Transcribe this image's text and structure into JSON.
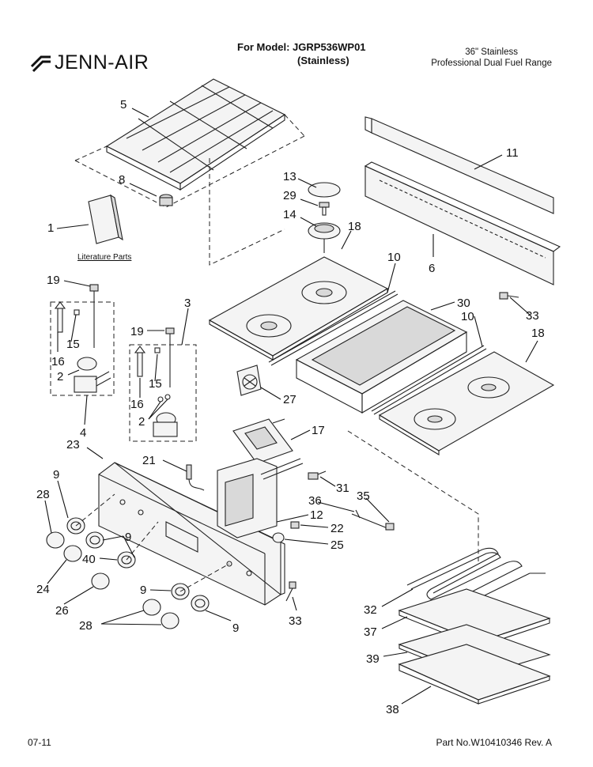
{
  "header": {
    "brand": "JENN-AIR",
    "model_line1": "For Model: JGRP536WP01",
    "model_line2": "(Stainless)",
    "desc_line1": "36\" Stainless",
    "desc_line2": "Professional Dual Fuel Range"
  },
  "footer": {
    "date": "07-11",
    "part_number": "Part No.W10410346 Rev. A"
  },
  "literature_label": "Literature Parts",
  "callouts": [
    {
      "id": "c5",
      "text": "5"
    },
    {
      "id": "c8",
      "text": "8"
    },
    {
      "id": "c1",
      "text": "1"
    },
    {
      "id": "c13",
      "text": "13"
    },
    {
      "id": "c29",
      "text": "29"
    },
    {
      "id": "c14",
      "text": "14"
    },
    {
      "id": "c18a",
      "text": "18"
    },
    {
      "id": "c11",
      "text": "11"
    },
    {
      "id": "c6",
      "text": "6"
    },
    {
      "id": "c10a",
      "text": "10"
    },
    {
      "id": "c19a",
      "text": "19"
    },
    {
      "id": "c15a",
      "text": "15"
    },
    {
      "id": "c16a",
      "text": "16"
    },
    {
      "id": "c2a",
      "text": "2"
    },
    {
      "id": "c4",
      "text": "4"
    },
    {
      "id": "c3",
      "text": "3"
    },
    {
      "id": "c19b",
      "text": "19"
    },
    {
      "id": "c15b",
      "text": "15"
    },
    {
      "id": "c16b",
      "text": "16"
    },
    {
      "id": "c2b",
      "text": "2"
    },
    {
      "id": "c33a",
      "text": "33"
    },
    {
      "id": "c30",
      "text": "30"
    },
    {
      "id": "c10b",
      "text": "10"
    },
    {
      "id": "c18b",
      "text": "18"
    },
    {
      "id": "c27",
      "text": "27"
    },
    {
      "id": "c23",
      "text": "23"
    },
    {
      "id": "c17",
      "text": "17"
    },
    {
      "id": "c21",
      "text": "21"
    },
    {
      "id": "c9a",
      "text": "9"
    },
    {
      "id": "c28a",
      "text": "28"
    },
    {
      "id": "c31",
      "text": "31"
    },
    {
      "id": "c36",
      "text": "36"
    },
    {
      "id": "c35",
      "text": "35"
    },
    {
      "id": "c12",
      "text": "12"
    },
    {
      "id": "c22",
      "text": "22"
    },
    {
      "id": "c25",
      "text": "25"
    },
    {
      "id": "c9b",
      "text": "9"
    },
    {
      "id": "c40",
      "text": "40"
    },
    {
      "id": "c24",
      "text": "24"
    },
    {
      "id": "c26",
      "text": "26"
    },
    {
      "id": "c9c",
      "text": "9"
    },
    {
      "id": "c33b",
      "text": "33"
    },
    {
      "id": "c28b",
      "text": "28"
    },
    {
      "id": "c9d",
      "text": "9"
    },
    {
      "id": "c32",
      "text": "32"
    },
    {
      "id": "c37",
      "text": "37"
    },
    {
      "id": "c39",
      "text": "39"
    },
    {
      "id": "c38",
      "text": "38"
    }
  ]
}
